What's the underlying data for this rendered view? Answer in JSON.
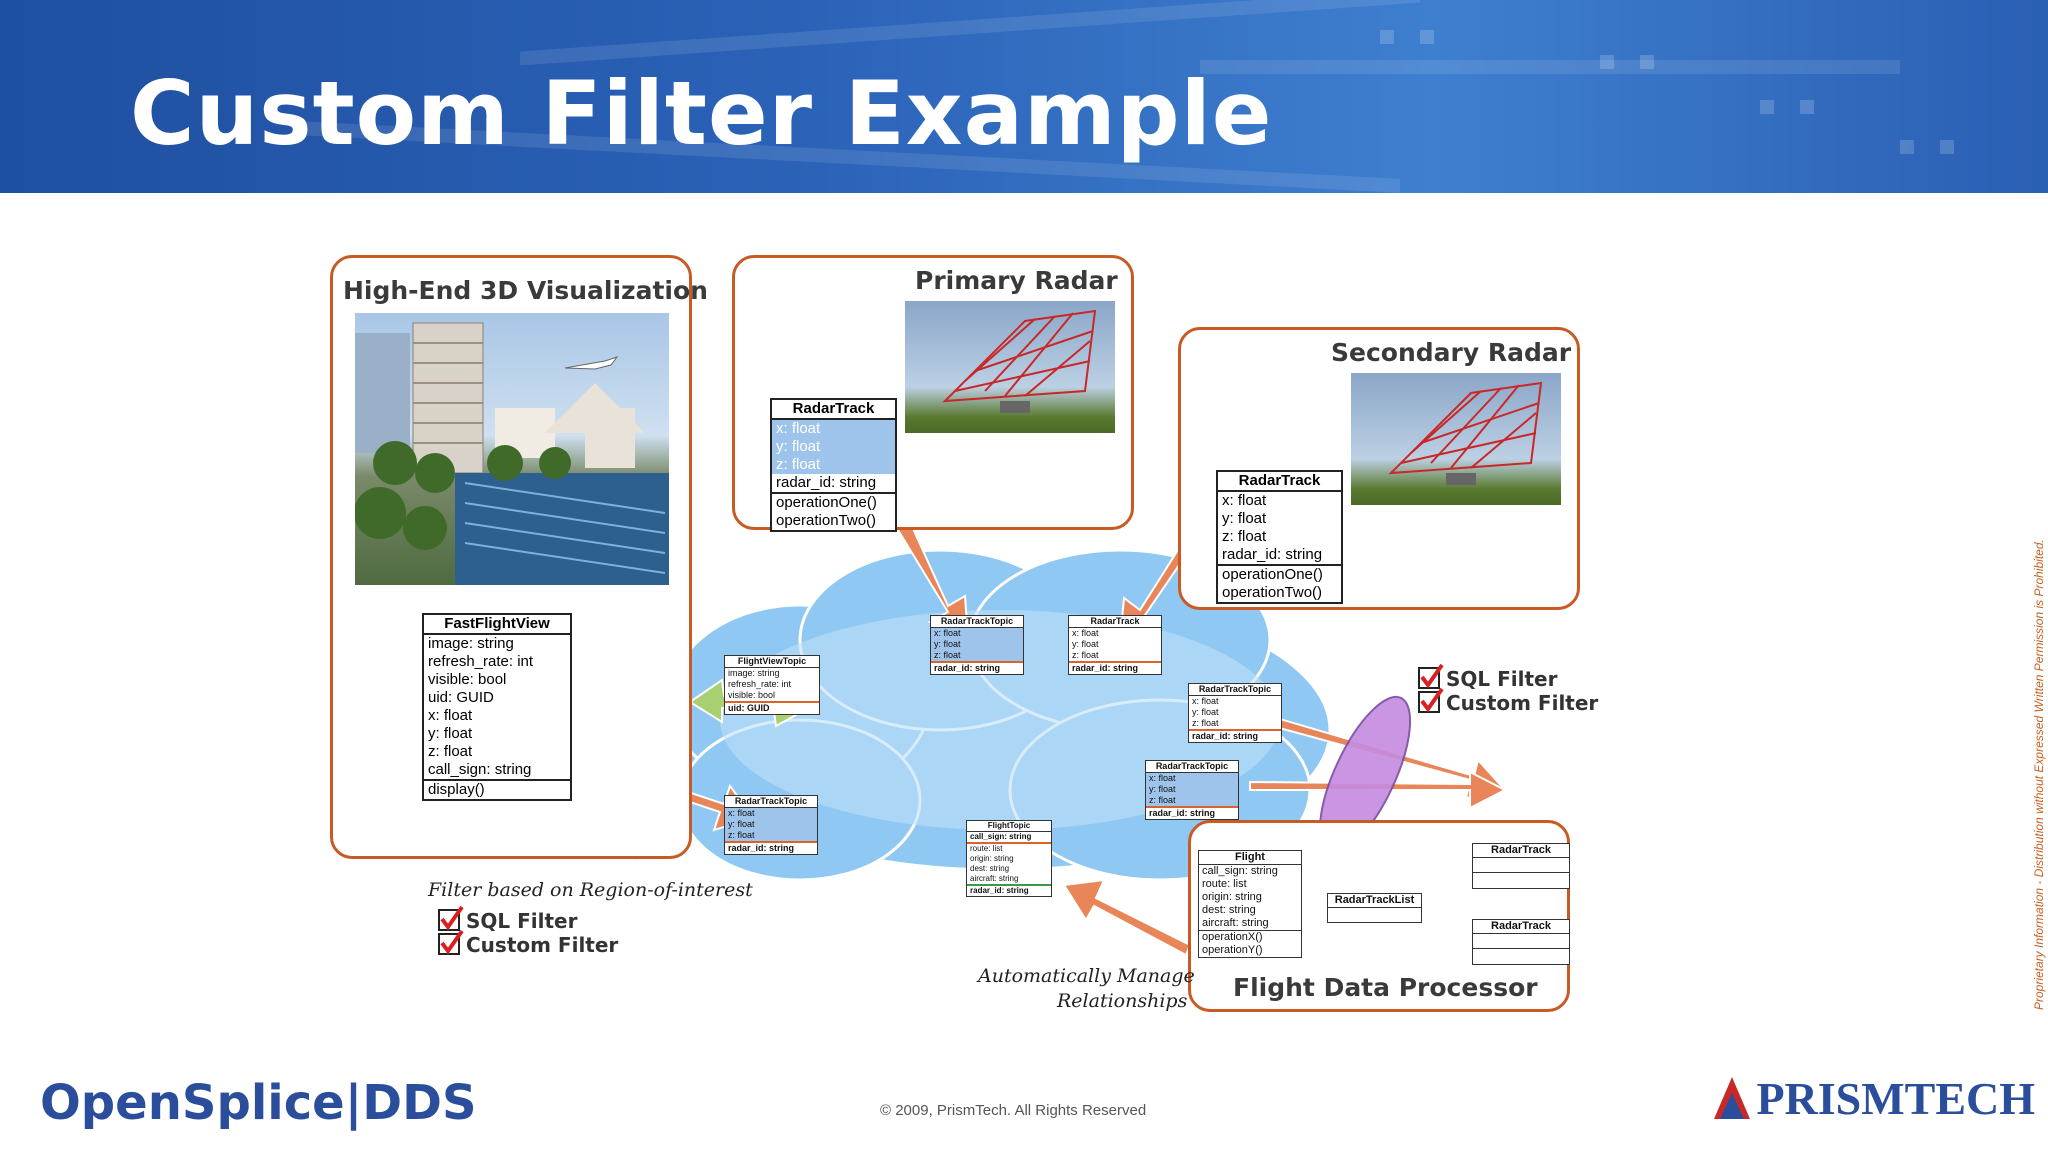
{
  "title": "Custom Filter Example",
  "panels": {
    "visualization": "High-End 3D Visualization",
    "primary_radar": "Primary Radar",
    "secondary_radar": "Secondary Radar",
    "fdp": "Flight Data Processor"
  },
  "fast_flight_view": {
    "name": "FastFlightView",
    "attrs": [
      "image: string",
      "refresh_rate: int",
      "visible: bool",
      "uid: GUID",
      "x: float",
      "y: float",
      "z: float",
      "call_sign: string"
    ],
    "ops": [
      "display()"
    ]
  },
  "radar_track_primary": {
    "name": "RadarTrack",
    "attrs": [
      "x: float",
      "y: float",
      "z: float",
      "radar_id: string"
    ],
    "ops": [
      "operationOne()",
      "operationTwo()"
    ]
  },
  "radar_track_secondary": {
    "name": "RadarTrack",
    "attrs": [
      "x: float",
      "y: float",
      "z: float",
      "radar_id: string"
    ],
    "ops": [
      "operationOne()",
      "operationTwo()"
    ]
  },
  "topics": {
    "flight_view_topic": {
      "name": "FlightViewTopic",
      "lines": [
        "image: string",
        "refresh_rate: int",
        "visible: bool"
      ],
      "key": "uid: GUID"
    },
    "radar_track_topic_left": {
      "name": "RadarTrackTopic",
      "lines": [
        "x: float",
        "y: float",
        "z: float"
      ],
      "key": "radar_id: string"
    },
    "radar_track_topic_top": {
      "name": "RadarTrackTopic",
      "lines": [
        "x: float",
        "y: float",
        "z: float"
      ],
      "key": "radar_id: string"
    },
    "radar_track_top_right": {
      "name": "RadarTrack",
      "lines": [
        "x: float",
        "y: float",
        "z: float"
      ],
      "key": "radar_id: string"
    },
    "radar_track_topic_right1": {
      "name": "RadarTrackTopic",
      "lines": [
        "x: float",
        "y: float",
        "z: float"
      ],
      "key": "radar_id: string"
    },
    "radar_track_topic_right2": {
      "name": "RadarTrackTopic",
      "lines": [
        "x: float",
        "y: float",
        "z: float"
      ],
      "key": "radar_id: string"
    },
    "flight_topic": {
      "name": "FlightTopic",
      "first": "call_sign: string",
      "lines": [
        "route: list",
        "origin: string",
        "dest: string",
        "aircraft: string"
      ],
      "key": "radar_id: string"
    }
  },
  "flight": {
    "name": "Flight",
    "attrs": [
      "call_sign: string",
      "route: list",
      "origin: string",
      "dest: string",
      "aircraft: string"
    ],
    "ops": [
      "operationX()",
      "operationY()"
    ]
  },
  "radar_track_list": "RadarTrackList",
  "fdp_radar_track_1": "RadarTrack",
  "fdp_radar_track_2": "RadarTrack",
  "filters_left": {
    "sql": "SQL Filter",
    "custom": "Custom Filter"
  },
  "filters_right": {
    "sql": "SQL Filter",
    "custom": "Custom Filter"
  },
  "notes": {
    "region": "Filter based on Region-of-interest",
    "manage_1": "Automatically Manage",
    "manage_2": "Relationships"
  },
  "footer": {
    "logo_left": "OpenSplice|DDS",
    "copyright": "© 2009, PrismTech. All Rights Reserved",
    "logo_right": "PRISMTECH",
    "side_note": "Proprietary Information  - Distribution without Expressed Written Permission is Prohibited."
  },
  "colors": {
    "accent": "#c85a24",
    "header": "#2b63b8",
    "cloud": "#8fc8f2",
    "arrow": "#e8865a",
    "filter": "#c58be0",
    "green_arrow": "#a8d070"
  }
}
